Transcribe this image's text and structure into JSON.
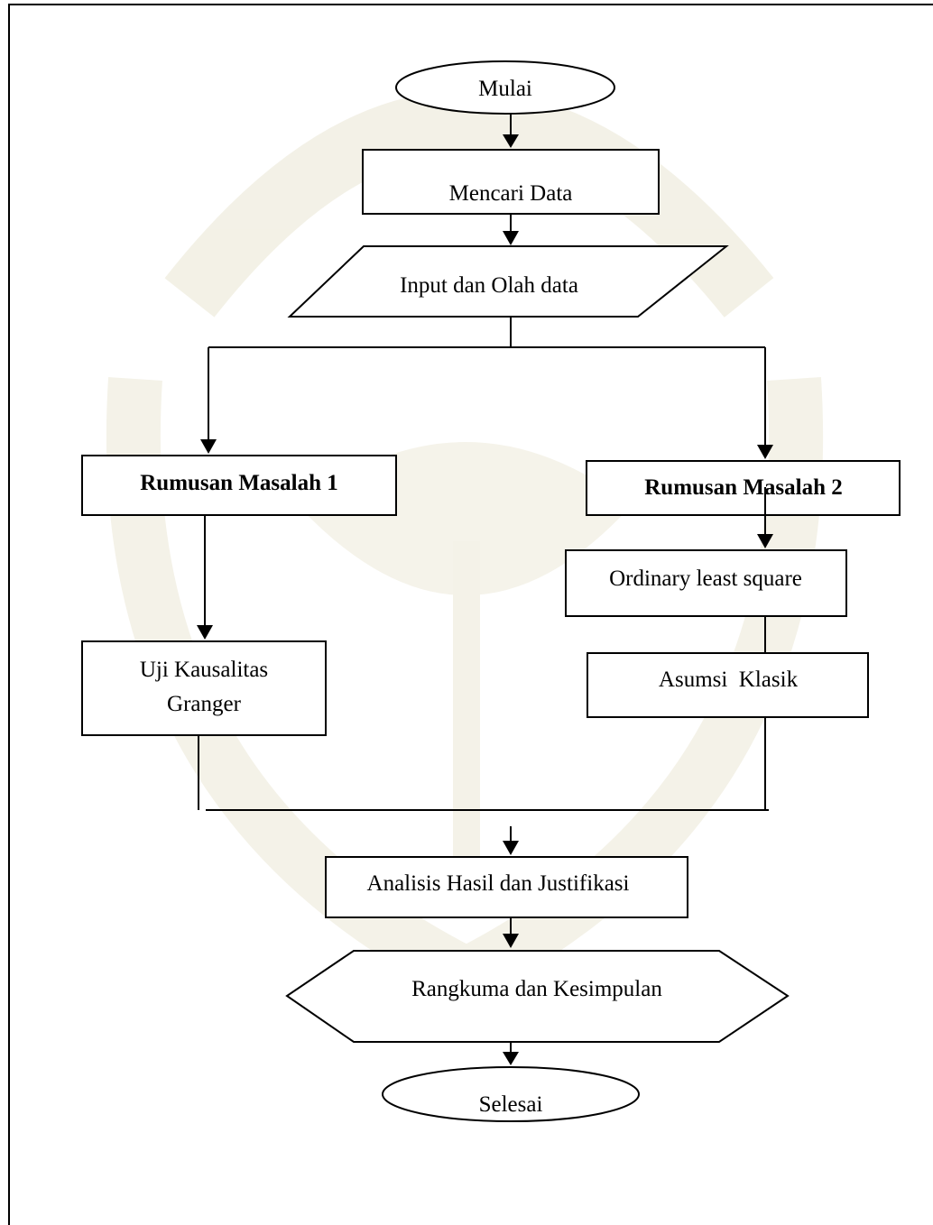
{
  "flowchart": {
    "start": "Mulai",
    "search_data": "Mencari Data",
    "input_process": "Input dan Olah data",
    "problem_1": "Rumusan Masalah 1",
    "problem_2": "Rumusan Masalah 2",
    "granger_line1": "Uji Kausalitas",
    "granger_line2": "Granger",
    "ols": "Ordinary least square",
    "classic_assumption": "Asumsi  Klasik",
    "analysis": "Analisis Hasil dan Justifikasi",
    "summary": "Rangkuma dan Kesimpulan",
    "end": "Selesai"
  },
  "colors": {
    "line": "#000000",
    "background": "#ffffff",
    "watermark": "#f2f0e4"
  }
}
